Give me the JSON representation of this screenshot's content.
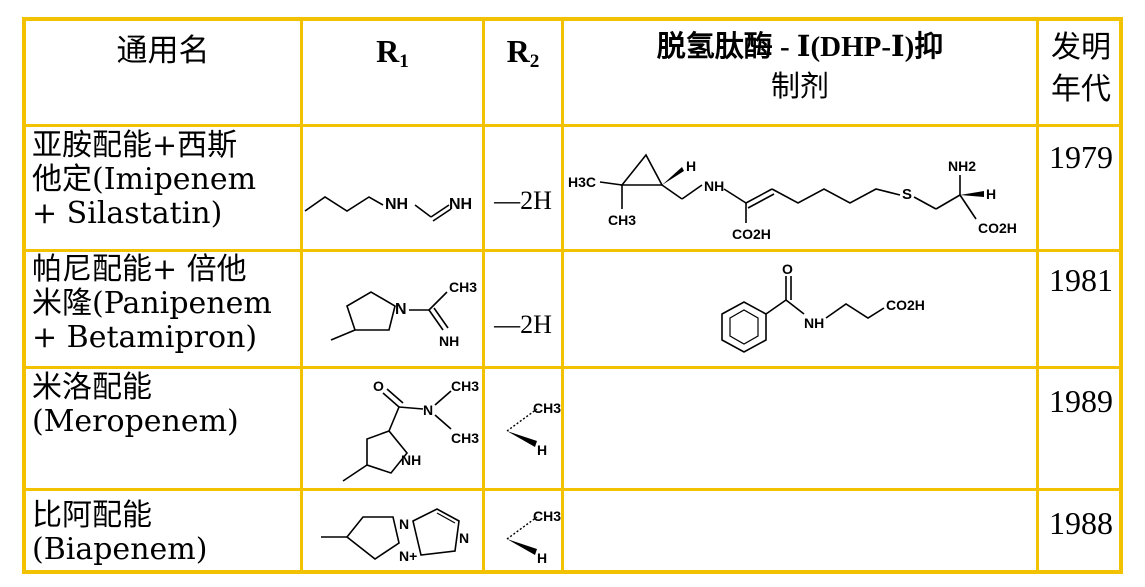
{
  "header": {
    "generic_name": "通用名",
    "r1": "R",
    "r1_sub": "1",
    "r2": "R",
    "r2_sub": "2",
    "dhp_line1": "脱氢肽酶 - Ⅰ(DHP-Ⅰ)抑",
    "dhp_line2": "制剂",
    "year_line1": "发明",
    "year_line2": "年代"
  },
  "rows": [
    {
      "name_lines": [
        "亚胺配能+西斯",
        "他定(Imipenem",
        "+ Silastatin)"
      ],
      "r2": "—2H",
      "year": "1979"
    },
    {
      "name_lines": [
        "帕尼配能+ 倍他",
        "米隆(Panipenem",
        "+ Betamipron)"
      ],
      "r2": "—2H",
      "year": "1981"
    },
    {
      "name_lines": [
        "米洛配能",
        "(Meropenem)"
      ],
      "r2": "",
      "year": "1989"
    },
    {
      "name_lines": [
        "比阿配能",
        "(Biapenem)"
      ],
      "r2": "",
      "year": "1988"
    }
  ],
  "chem_labels": {
    "nh": "NH",
    "h": "H",
    "n": "N",
    "n_plus": "N+",
    "o": "O",
    "ch3": "CH3",
    "h3c": "H3C",
    "nh2": "NH2",
    "s": "S",
    "co2h": "CO2H"
  },
  "colors": {
    "border": "#f2c200",
    "text": "#000000",
    "background": "#ffffff"
  }
}
